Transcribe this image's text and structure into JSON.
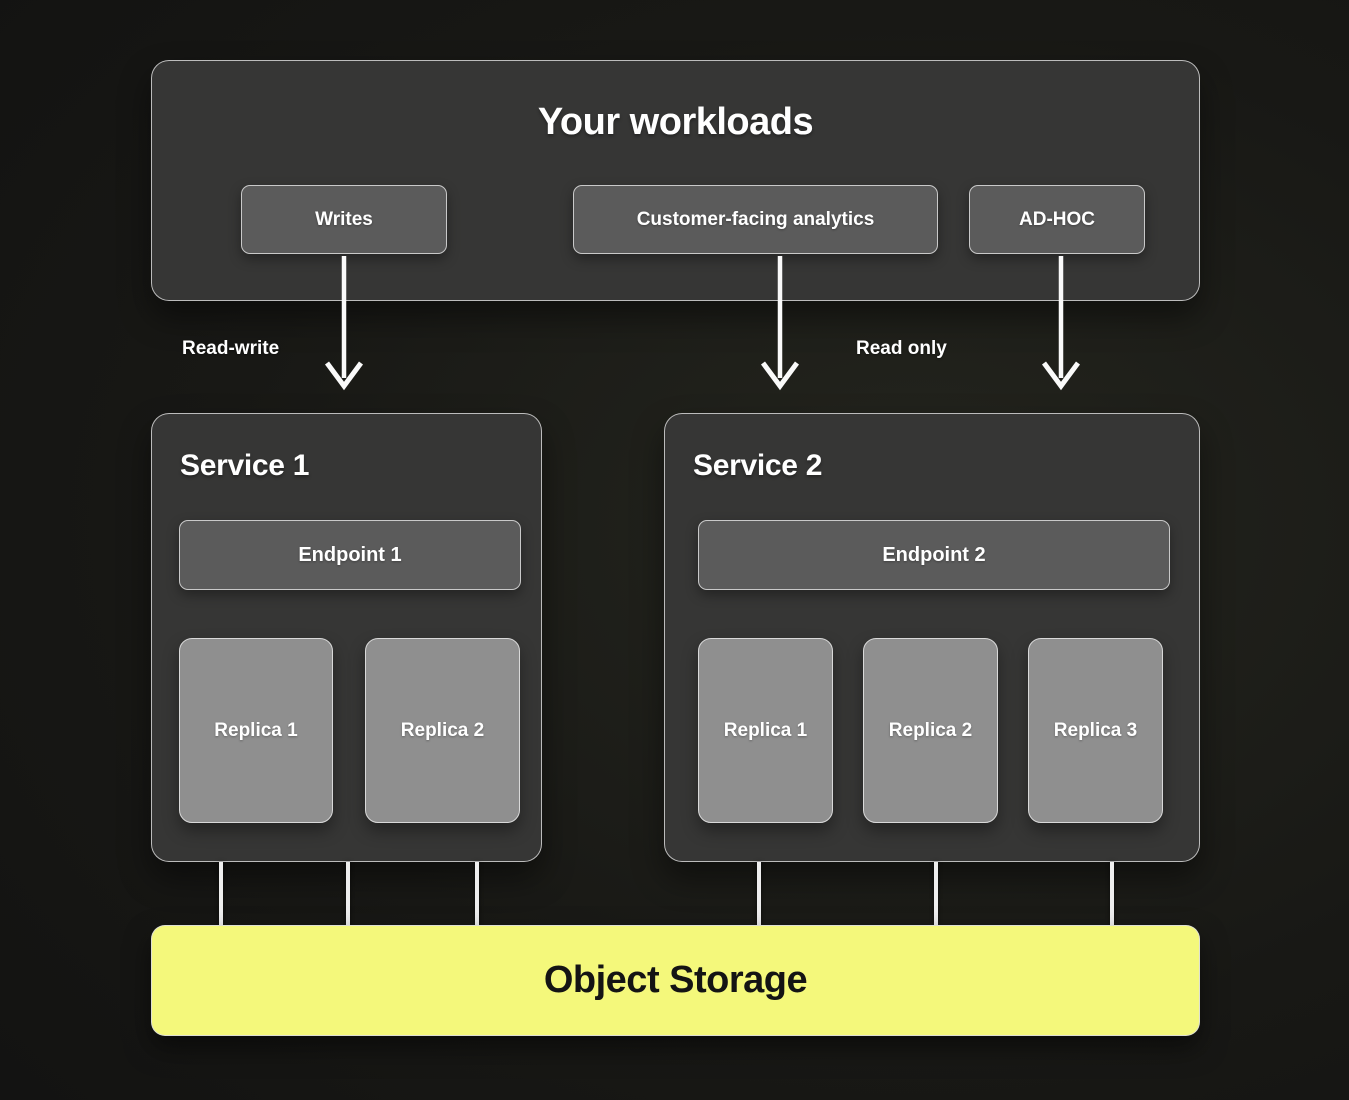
{
  "colors": {
    "background_center": "#24251e",
    "background_edge": "#121211",
    "panel_fill": "#363635",
    "node_fill": "#5b5b5b",
    "replica_fill": "#8f8f8f",
    "connector_white": "#eeeeee",
    "storage_yellow": "#f4f87b",
    "text_light": "#ffffff",
    "text_dark": "#141414"
  },
  "workloads": {
    "title": "Your workloads",
    "buttons": [
      {
        "label": "Writes"
      },
      {
        "label": "Customer-facing analytics"
      },
      {
        "label": "AD-HOC"
      }
    ]
  },
  "flow_labels": {
    "read_write": "Read-write",
    "read_only": "Read only"
  },
  "services": [
    {
      "title": "Service 1",
      "endpoint_label": "Endpoint 1",
      "replicas": [
        {
          "label": "Replica 1"
        },
        {
          "label": "Replica 2"
        }
      ]
    },
    {
      "title": "Service 2",
      "endpoint_label": "Endpoint 2",
      "replicas": [
        {
          "label": "Replica 1"
        },
        {
          "label": "Replica 2"
        },
        {
          "label": "Replica 3"
        }
      ]
    }
  ],
  "storage": {
    "label": "Object Storage"
  }
}
